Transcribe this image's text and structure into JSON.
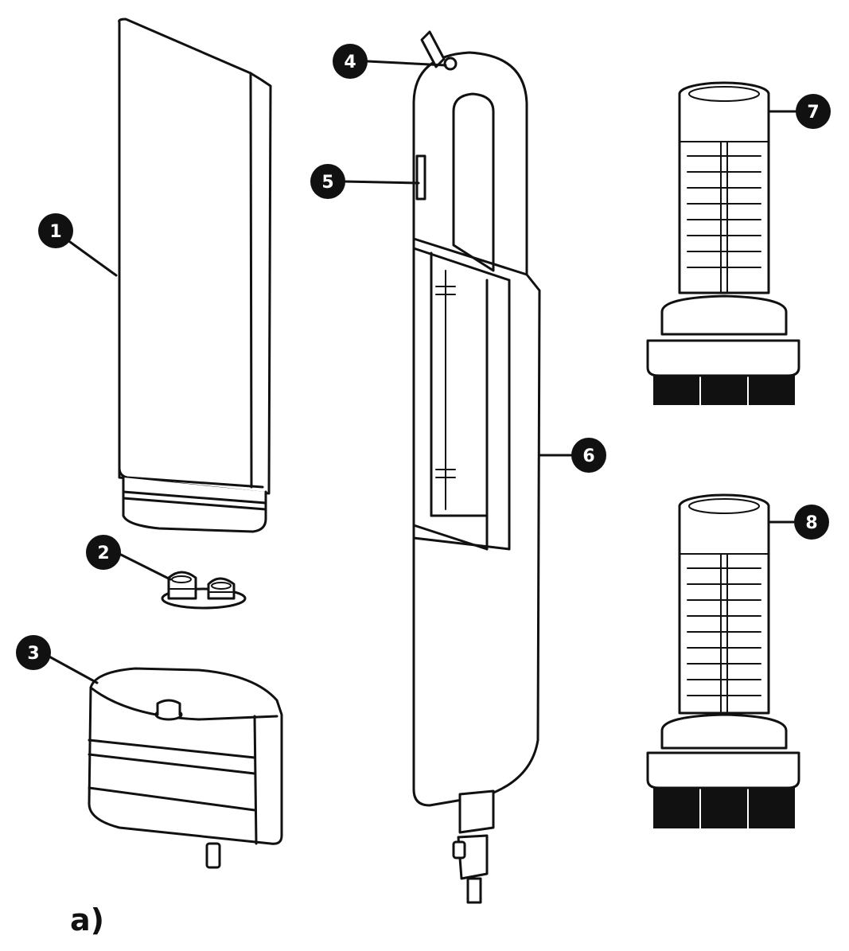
{
  "caption": "a)",
  "callouts": [
    {
      "id": "callout-1",
      "label": "1"
    },
    {
      "id": "callout-2",
      "label": "2"
    },
    {
      "id": "callout-3",
      "label": "3"
    },
    {
      "id": "callout-4",
      "label": "4"
    },
    {
      "id": "callout-5",
      "label": "5"
    },
    {
      "id": "callout-6",
      "label": "6"
    },
    {
      "id": "callout-7",
      "label": "7"
    },
    {
      "id": "callout-8",
      "label": "8"
    }
  ],
  "colors": {
    "line": "#111111",
    "background": "#ffffff"
  }
}
